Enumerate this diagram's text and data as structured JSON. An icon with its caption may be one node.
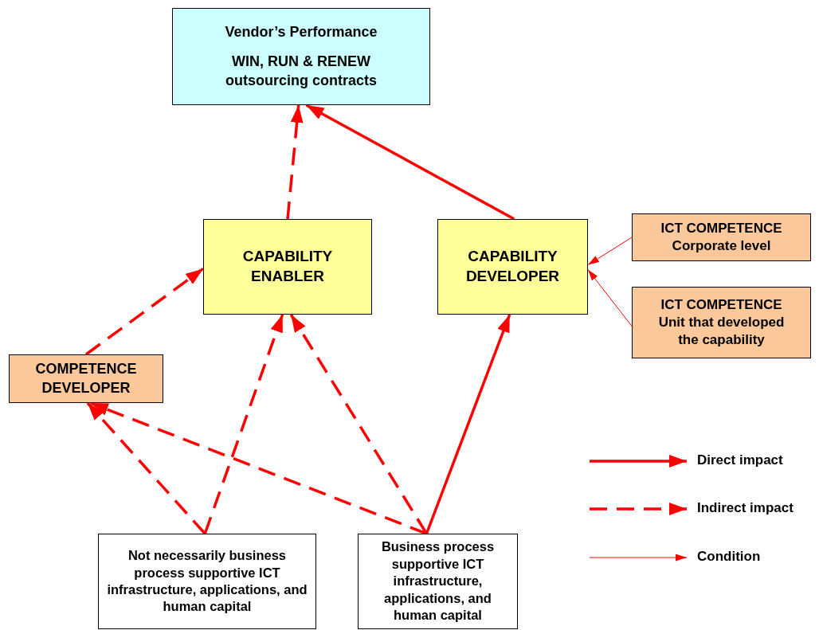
{
  "diagram": {
    "nodes": [
      {
        "text": [
          "Vendor’s Performance",
          "WIN, RUN & RENEW outsourcing contracts"
        ]
      },
      {
        "text": [
          "CAPABILITY ENABLER"
        ]
      },
      {
        "text": [
          "CAPABILITY DEVELOPER"
        ]
      },
      {
        "text": [
          "ICT COMPETENCE Corporate level"
        ]
      },
      {
        "text": [
          "ICT COMPETENCE Unit that developed the capability"
        ]
      },
      {
        "text": [
          "COMPETENCE DEVELOPER"
        ]
      },
      {
        "text": [
          "Not necessarily business process supportive ICT infrastructure, applications, and human capital"
        ]
      },
      {
        "text": [
          "Business process supportive ICT infrastructure, applications, and human capital"
        ]
      }
    ],
    "edges": [
      {
        "from": 1,
        "to": 0,
        "arrow": "to",
        "style": "dashed"
      },
      {
        "from": 2,
        "to": 0,
        "arrow": "to"
      },
      {
        "from": 3,
        "to": 2,
        "arrow": "to"
      },
      {
        "from": 4,
        "to": 2,
        "arrow": "to"
      },
      {
        "from": 5,
        "to": 1,
        "arrow": "to",
        "style": "dashed"
      },
      {
        "from": 6,
        "to": 1,
        "arrow": "to",
        "style": "dashed"
      },
      {
        "from": 6,
        "to": 5,
        "arrow": "to",
        "style": "dashed"
      },
      {
        "from": 7,
        "to": 1,
        "arrow": "to",
        "style": "dashed"
      },
      {
        "from": 7,
        "to": 5,
        "arrow": "to",
        "style": "dashed"
      },
      {
        "from": 7,
        "to": 2,
        "arrow": "to"
      }
    ],
    "legend": [
      {
        "text": "Direct impact"
      },
      {
        "text": "Indirect impact"
      },
      {
        "text": "Condition"
      }
    ]
  }
}
